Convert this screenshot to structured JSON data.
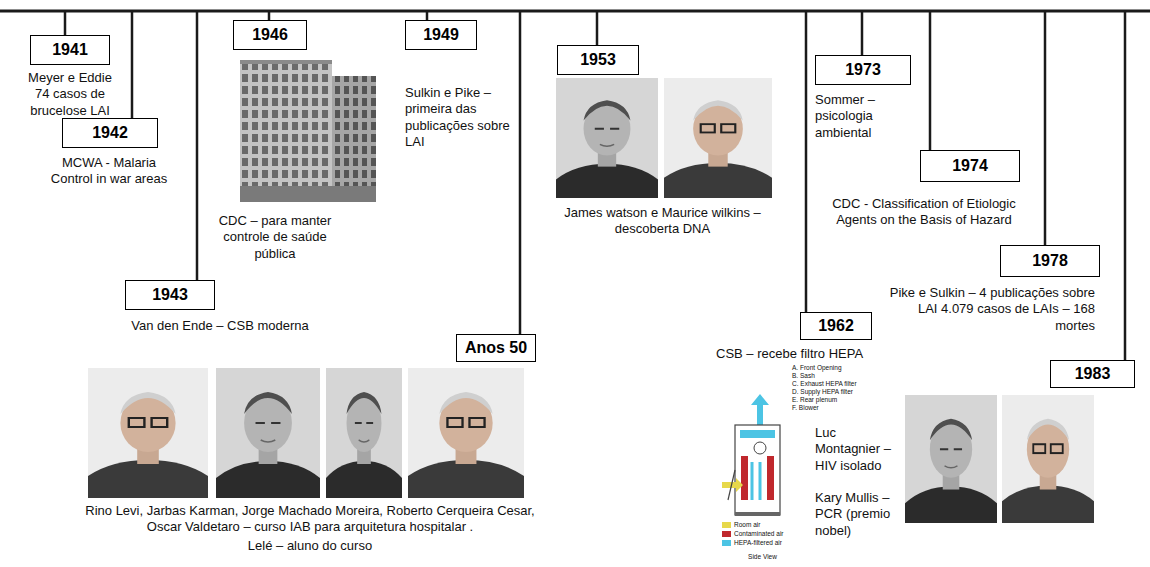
{
  "diagram": {
    "nodes": [
      {
        "text": [
          "1941"
        ]
      },
      {
        "text": [
          "1942"
        ]
      },
      {
        "text": [
          "1943"
        ]
      },
      {
        "text": [
          "1946"
        ]
      },
      {
        "text": [
          "1949"
        ]
      },
      {
        "text": [
          "Anos 50"
        ]
      },
      {
        "text": [
          "1953"
        ]
      },
      {
        "text": [
          "1962"
        ]
      },
      {
        "text": [
          "1973"
        ]
      },
      {
        "text": [
          "1974"
        ]
      },
      {
        "text": [
          "1978"
        ]
      },
      {
        "text": [
          "1983"
        ]
      }
    ],
    "labels": [
      "Meyer e Eddie 74 casos de brucelose LAI",
      "MCWA - Malaria Control in war areas",
      "Van den Ende – CSB moderna",
      "CDC – para manter controle de saúde pública",
      "Sulkin e Pike – primeira das publicações sobre LAI",
      "Rino Levi, Jarbas Karman, Jorge Machado Moreira, Roberto Cerqueira Cesar, Oscar Valdetaro – curso IAB para arquitetura hospitalar .",
      "Lelé – aluno do curso",
      "James watson e Maurice wilkins – descoberta DNA",
      "CSB – recebe filtro HEPA",
      "Sommer – psicologia ambiental",
      "CDC - Classification of Etiologic Agents on the Basis of Hazard",
      "Pike e Sulkin – 4 publicações sobre LAI 4.079 casos de LAIs – 168 mortes",
      "Luc Montagnier – HIV isolado",
      "Kary Mullis – PCR (premio nobel)",
      "A. Front Opening",
      "B. Sash",
      "C. Exhaust HEPA filter",
      "D. Supply HEPA filter",
      "E. Rear plenum",
      "F. Blower",
      "Side View"
    ],
    "legend": [
      {
        "text": "Room air",
        "color": "#e7d84a"
      },
      {
        "text": "Contaminated air",
        "color": "#c0282d"
      },
      {
        "text": "HEPA-filtered air",
        "color": "#4cc4e4"
      }
    ]
  }
}
